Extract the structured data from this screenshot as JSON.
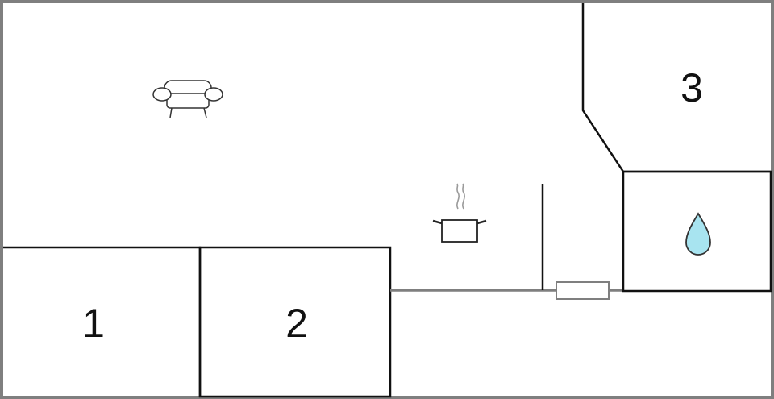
{
  "floorplan": {
    "rooms": [
      {
        "id": "room-1",
        "label": "1",
        "type": "bedroom"
      },
      {
        "id": "room-2",
        "label": "2",
        "type": "bedroom"
      },
      {
        "id": "room-3",
        "label": "3",
        "type": "bedroom"
      },
      {
        "id": "bathroom",
        "label": "",
        "type": "bathroom",
        "icon": "water-drop-icon"
      },
      {
        "id": "living-area",
        "label": "",
        "type": "living room",
        "icon": "sofa-icon"
      },
      {
        "id": "kitchen-area",
        "label": "",
        "type": "kitchen",
        "icon": "cooking-pot-icon"
      }
    ],
    "colors": {
      "outer_wall": "#7f7f7f",
      "inner_wall": "#111111",
      "water_drop": "#a8e4f0",
      "icon_stroke": "#333333"
    }
  }
}
